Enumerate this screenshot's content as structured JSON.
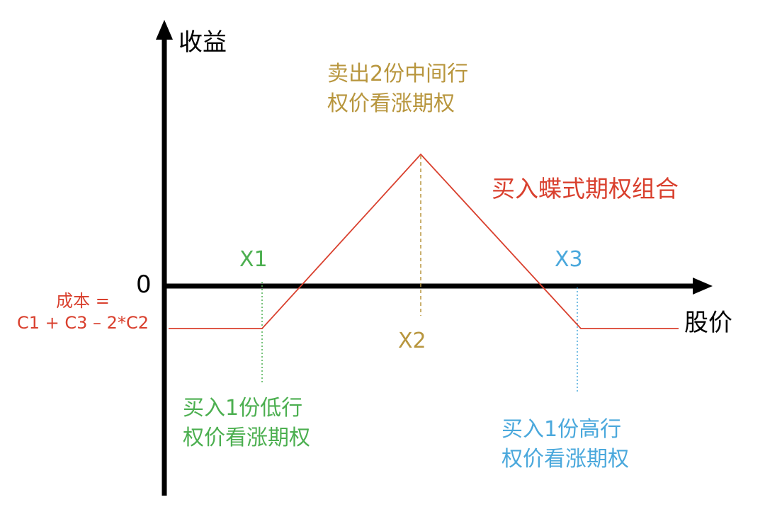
{
  "axes": {
    "y_label": "收益",
    "x_label": "股价",
    "zero_label": "0"
  },
  "title": "买入蝶式期权组合",
  "strikes": {
    "x1": "X1",
    "x2": "X2",
    "x3": "X3"
  },
  "cost": {
    "line1": "成本 =",
    "line2": "C1 + C3 – 2*C2"
  },
  "annotations": {
    "mid": {
      "line1": "卖出2份中间行",
      "line2": "权价看涨期权"
    },
    "low": {
      "line1": "买入1份低行",
      "line2": "权价看涨期权"
    },
    "high": {
      "line1": "买入1份高行",
      "line2": "权价看涨期权"
    }
  },
  "colors": {
    "payoff": "#d9402e",
    "mid": "#b8963e",
    "low": "#4caf50",
    "high": "#4aa8dc",
    "axis": "#000000"
  }
}
